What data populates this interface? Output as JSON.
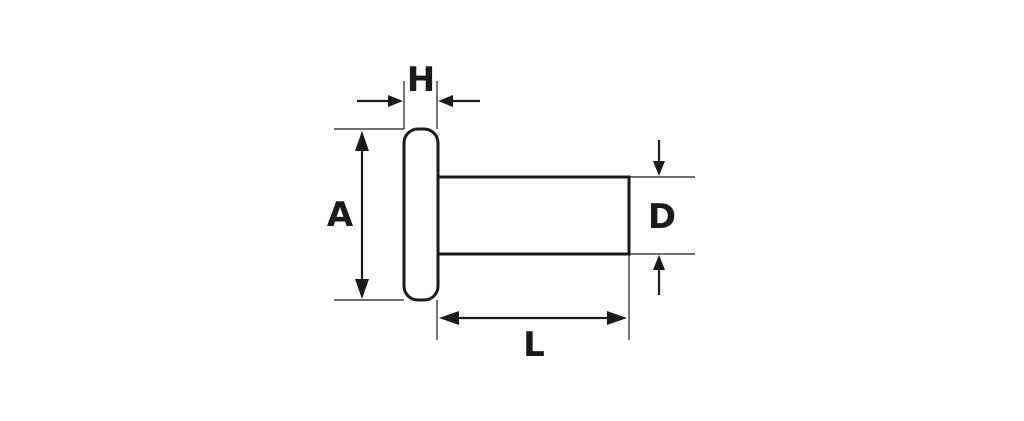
{
  "labels": {
    "head_height": "H",
    "head_diameter": "A",
    "shank_diameter": "D",
    "shank_length": "L"
  },
  "colors": {
    "line": "#1a1a1a",
    "background": "#ffffff"
  }
}
